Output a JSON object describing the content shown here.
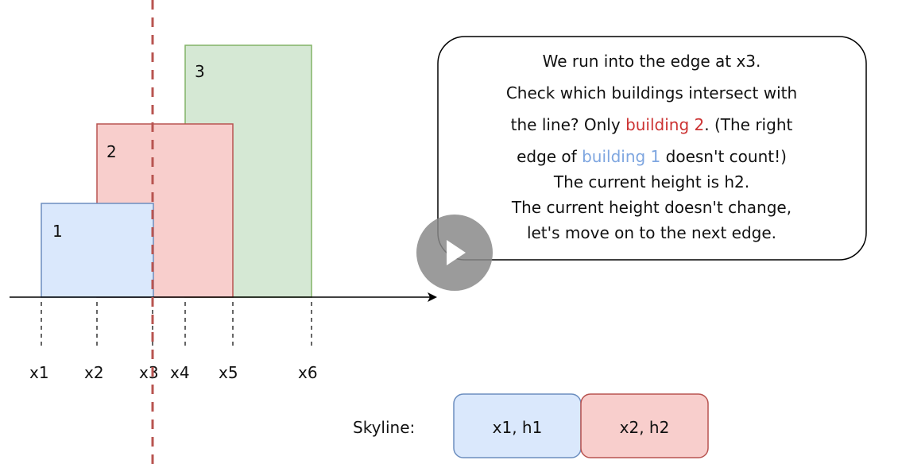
{
  "buildings": [
    {
      "label": "1",
      "fill": "#dae8fc",
      "stroke": "#6c8ebf"
    },
    {
      "label": "2",
      "fill": "#f8cecc",
      "stroke": "#b85450"
    },
    {
      "label": "3",
      "fill": "#d5e8d4",
      "stroke": "#82b366"
    }
  ],
  "ticks": [
    "x1",
    "x2",
    "x3",
    "x4",
    "x5",
    "x6"
  ],
  "sweep_line_color": "#b85450",
  "note": {
    "line1": "We run into the edge at x3.",
    "line2": "Check which buildings intersect with",
    "line3_a": "the line? Only ",
    "line3_b": "building 2",
    "line3_c": ". (The right",
    "line4_a": "edge of ",
    "line4_b": "building 1",
    "line4_c": " doesn't count!)",
    "line5": "The current height is h2.",
    "line6": "The current height doesn't change,",
    "line7": "let's move on to the next edge.",
    "red_color": "#cc3333",
    "blue_color": "#7ea6e0"
  },
  "skyline": {
    "label": "Skyline:",
    "cells": [
      {
        "text": "x1, h1",
        "fill": "#dae8fc",
        "stroke": "#6c8ebf"
      },
      {
        "text": "x2, h2",
        "fill": "#f8cecc",
        "stroke": "#b85450"
      }
    ]
  },
  "play_icon": "play-icon"
}
